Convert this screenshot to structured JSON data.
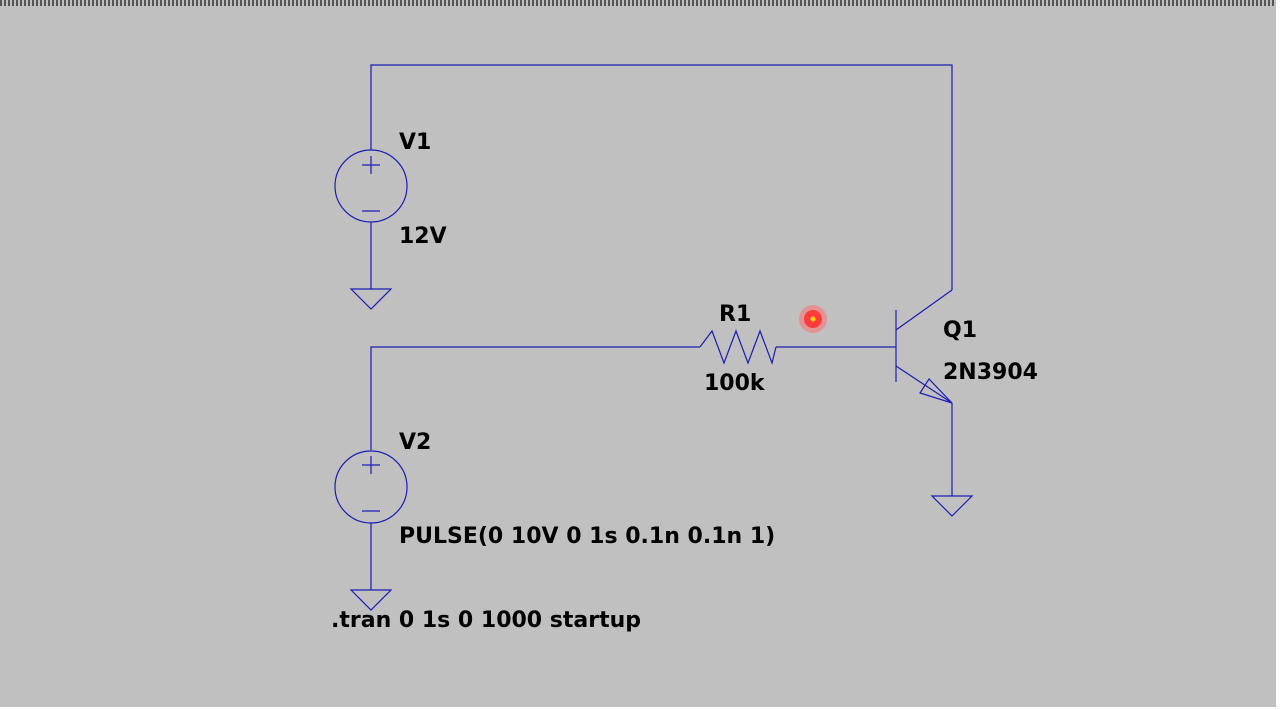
{
  "schematic": {
    "v1": {
      "name": "V1",
      "value": "12V"
    },
    "v2": {
      "name": "V2",
      "value": "PULSE(0 10V 0 1s 0.1n 0.1n 1)"
    },
    "r1": {
      "name": "R1",
      "value": "100k"
    },
    "q1": {
      "name": "Q1",
      "model": "2N3904"
    },
    "directive": ".tran 0 1s 0 1000 startup"
  },
  "colors": {
    "background": "#c0c0c0",
    "wire": "#1c1cb4",
    "text": "#000000"
  }
}
